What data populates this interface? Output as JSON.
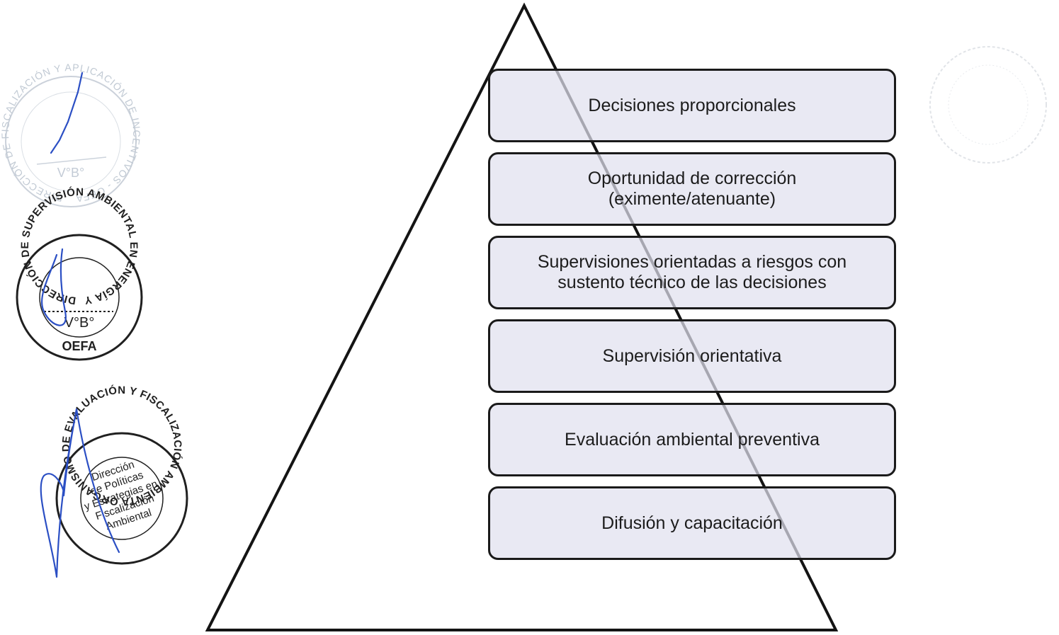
{
  "diagram": {
    "type": "pyramid",
    "levels": [
      {
        "label": "Decisiones proporcionales"
      },
      {
        "label": "Oportunidad de corrección\n(eximente/atenuante)"
      },
      {
        "label": "Supervisiones orientadas a riesgos con\nsustento técnico de las decisiones"
      },
      {
        "label": "Supervisión orientativa"
      },
      {
        "label": "Evaluación ambiental preventiva"
      },
      {
        "label": "Difusión y capacitación"
      }
    ]
  },
  "stamps": {
    "stamp1": {
      "ring": "DIRECCIÓN DE FISCALIZACIÓN Y APLICACIÓN DE INCENTIVOS - OEFA -",
      "center": "V°B°",
      "color": "#b9c3cf"
    },
    "stamp2": {
      "ring": "DIRECCIÓN DE SUPERVISIÓN AMBIENTAL EN ENERGÍA Y MINAS",
      "center": "V°B°",
      "bottom": "OEFA",
      "color": "#202020"
    },
    "stamp3": {
      "ring": "ORGANISMO DE EVALUACIÓN Y FISCALIZACIÓN AMBIENTAL - OEFA -",
      "center_lines": [
        "Dirección",
        "de Políticas",
        "y Estrategias en",
        "Fiscalización",
        "Ambiental"
      ],
      "color": "#202020"
    },
    "signature_color": "#2b4fc4"
  },
  "colors": {
    "box_fill": "#e0e0ee",
    "outline": "#1a1a1a"
  }
}
